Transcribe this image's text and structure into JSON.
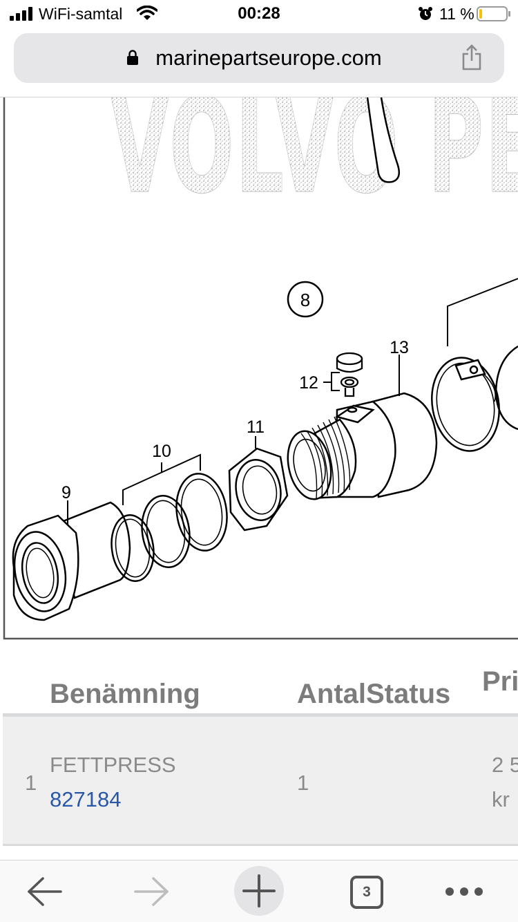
{
  "status_bar": {
    "carrier": "WiFi-samtal",
    "time": "00:28",
    "battery_percent": "11 %",
    "battery_level": 0.11,
    "icons": [
      "signal-icon",
      "wifi-icon",
      "alarm-icon",
      "battery-icon"
    ]
  },
  "browser": {
    "url": "marinepartseurope.com",
    "icons": [
      "lock-icon",
      "share-icon"
    ]
  },
  "diagram": {
    "watermark": "VOLVO PE",
    "callouts": {
      "c8": "8",
      "c9": "9",
      "c10": "10",
      "c11": "11",
      "c12": "12",
      "c13": "13"
    }
  },
  "table": {
    "headers": {
      "name": "Benämning",
      "qty_status": "AntalStatus",
      "price": "Pri"
    },
    "rows": [
      {
        "position": "1",
        "name": "FETTPRESS",
        "part_number": "827184",
        "quantity": "1",
        "price": "2 5",
        "currency": "kr"
      }
    ]
  },
  "toolbar": {
    "tab_count": "3",
    "icons": [
      "back-arrow-icon",
      "forward-arrow-icon",
      "plus-icon",
      "tabs-icon",
      "more-dots-icon"
    ]
  },
  "colors": {
    "link": "#2a57a8",
    "header_text": "#7c7c7c",
    "row_bg": "#efeff0",
    "url_bar_bg": "#e6e6e8"
  }
}
